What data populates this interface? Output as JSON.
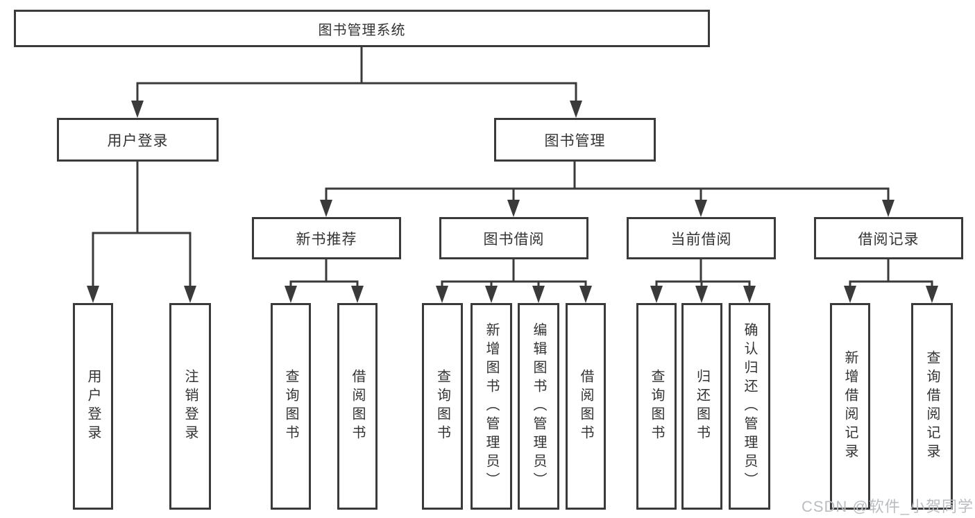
{
  "colors": {
    "line": "#3a3a3a",
    "text": "#333333",
    "watermark": "#b9bdc1",
    "background": "#ffffff"
  },
  "watermark": {
    "text": "CSDN @软件_小贺同学"
  },
  "tree": {
    "root": {
      "label": "图书管理系统"
    },
    "branches": [
      {
        "label": "用户登录",
        "children": [
          {
            "label": "用户登录"
          },
          {
            "label": "注销登录"
          }
        ]
      },
      {
        "label": "图书管理",
        "children": [
          {
            "label": "新书推荐",
            "children": [
              {
                "label": "查询图书"
              },
              {
                "label": "借阅图书"
              }
            ]
          },
          {
            "label": "图书借阅",
            "children": [
              {
                "label": "查询图书"
              },
              {
                "label": "新增图书（管理员）"
              },
              {
                "label": "编辑图书（管理员）"
              },
              {
                "label": "借阅图书"
              }
            ]
          },
          {
            "label": "当前借阅",
            "children": [
              {
                "label": "查询图书"
              },
              {
                "label": "归还图书"
              },
              {
                "label": "确认归还（管理员）"
              }
            ]
          },
          {
            "label": "借阅记录",
            "children": [
              {
                "label": "新增借阅记录"
              },
              {
                "label": "查询借阅记录"
              }
            ]
          }
        ]
      }
    ]
  }
}
